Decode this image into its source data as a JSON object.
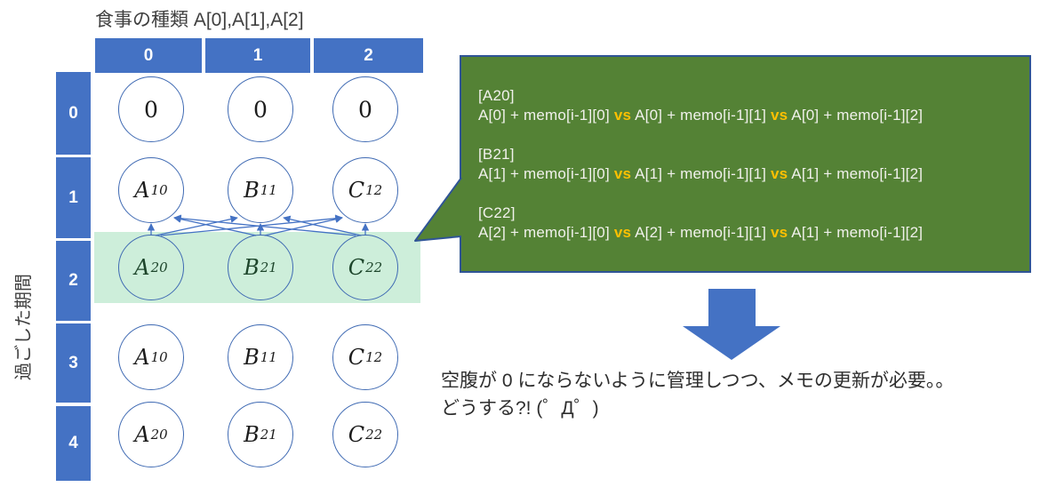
{
  "colors": {
    "accent": "#4472C4",
    "boxgreen": "#548235",
    "band": "#cdeeda",
    "navy": "#2f5496",
    "vs": "#FFC000",
    "dgreen": "#1d452b"
  },
  "title": "食事の種類 A[0],A[1],A[2]",
  "axis_label": "過ごした期間",
  "grid": {
    "col_headers": [
      "0",
      "1",
      "2"
    ],
    "row_headers": [
      "0",
      "1",
      "2",
      "3",
      "4"
    ],
    "nodes": [
      {
        "row": 0,
        "col": 0,
        "base": "0",
        "sub": "",
        "highlight": false
      },
      {
        "row": 0,
        "col": 1,
        "base": "0",
        "sub": "",
        "highlight": false
      },
      {
        "row": 0,
        "col": 2,
        "base": "0",
        "sub": "",
        "highlight": false
      },
      {
        "row": 1,
        "col": 0,
        "base": "A",
        "sub": "10",
        "highlight": false
      },
      {
        "row": 1,
        "col": 1,
        "base": "B",
        "sub": "11",
        "highlight": false
      },
      {
        "row": 1,
        "col": 2,
        "base": "C",
        "sub": "12",
        "highlight": false
      },
      {
        "row": 2,
        "col": 0,
        "base": "A",
        "sub": "20",
        "highlight": true
      },
      {
        "row": 2,
        "col": 1,
        "base": "B",
        "sub": "21",
        "highlight": true
      },
      {
        "row": 2,
        "col": 2,
        "base": "C",
        "sub": "22",
        "highlight": true
      },
      {
        "row": 3,
        "col": 0,
        "base": "A",
        "sub": "10",
        "highlight": false
      },
      {
        "row": 3,
        "col": 1,
        "base": "B",
        "sub": "11",
        "highlight": false
      },
      {
        "row": 3,
        "col": 2,
        "base": "C",
        "sub": "12",
        "highlight": false
      },
      {
        "row": 4,
        "col": 0,
        "base": "A",
        "sub": "20",
        "highlight": false
      },
      {
        "row": 4,
        "col": 1,
        "base": "B",
        "sub": "21",
        "highlight": false
      },
      {
        "row": 4,
        "col": 2,
        "base": "C",
        "sub": "22",
        "highlight": false
      }
    ],
    "edges": [
      {
        "from": {
          "row": 2,
          "col": 0
        },
        "to": {
          "row": 1,
          "col": 0
        }
      },
      {
        "from": {
          "row": 2,
          "col": 0
        },
        "to": {
          "row": 1,
          "col": 1
        }
      },
      {
        "from": {
          "row": 2,
          "col": 0
        },
        "to": {
          "row": 1,
          "col": 2
        }
      },
      {
        "from": {
          "row": 2,
          "col": 1
        },
        "to": {
          "row": 1,
          "col": 0
        }
      },
      {
        "from": {
          "row": 2,
          "col": 1
        },
        "to": {
          "row": 1,
          "col": 1
        }
      },
      {
        "from": {
          "row": 2,
          "col": 1
        },
        "to": {
          "row": 1,
          "col": 2
        }
      },
      {
        "from": {
          "row": 2,
          "col": 2
        },
        "to": {
          "row": 1,
          "col": 0
        }
      },
      {
        "from": {
          "row": 2,
          "col": 2
        },
        "to": {
          "row": 1,
          "col": 1
        }
      },
      {
        "from": {
          "row": 2,
          "col": 2
        },
        "to": {
          "row": 1,
          "col": 2
        }
      }
    ]
  },
  "callout": {
    "vs_label": "vs",
    "groups": [
      {
        "header": "[A20]",
        "terms": [
          "A[0] + memo[i-1][0]",
          "A[0] + memo[i-1][1]",
          "A[0] + memo[i-1][2]"
        ]
      },
      {
        "header": "[B21]",
        "terms": [
          "A[1] + memo[i-1][0]",
          "A[1] + memo[i-1][1]",
          "A[1] + memo[i-1][2]"
        ]
      },
      {
        "header": "[C22]",
        "terms": [
          "A[2] + memo[i-1][0]",
          "A[2] + memo[i-1][1]",
          "A[1] + memo[i-1][2]"
        ]
      }
    ]
  },
  "conclusion": {
    "line1": "空腹が 0 にならないように管理しつつ、メモの更新が必要。。",
    "line2": "どうする?! (゜Д゜)"
  }
}
